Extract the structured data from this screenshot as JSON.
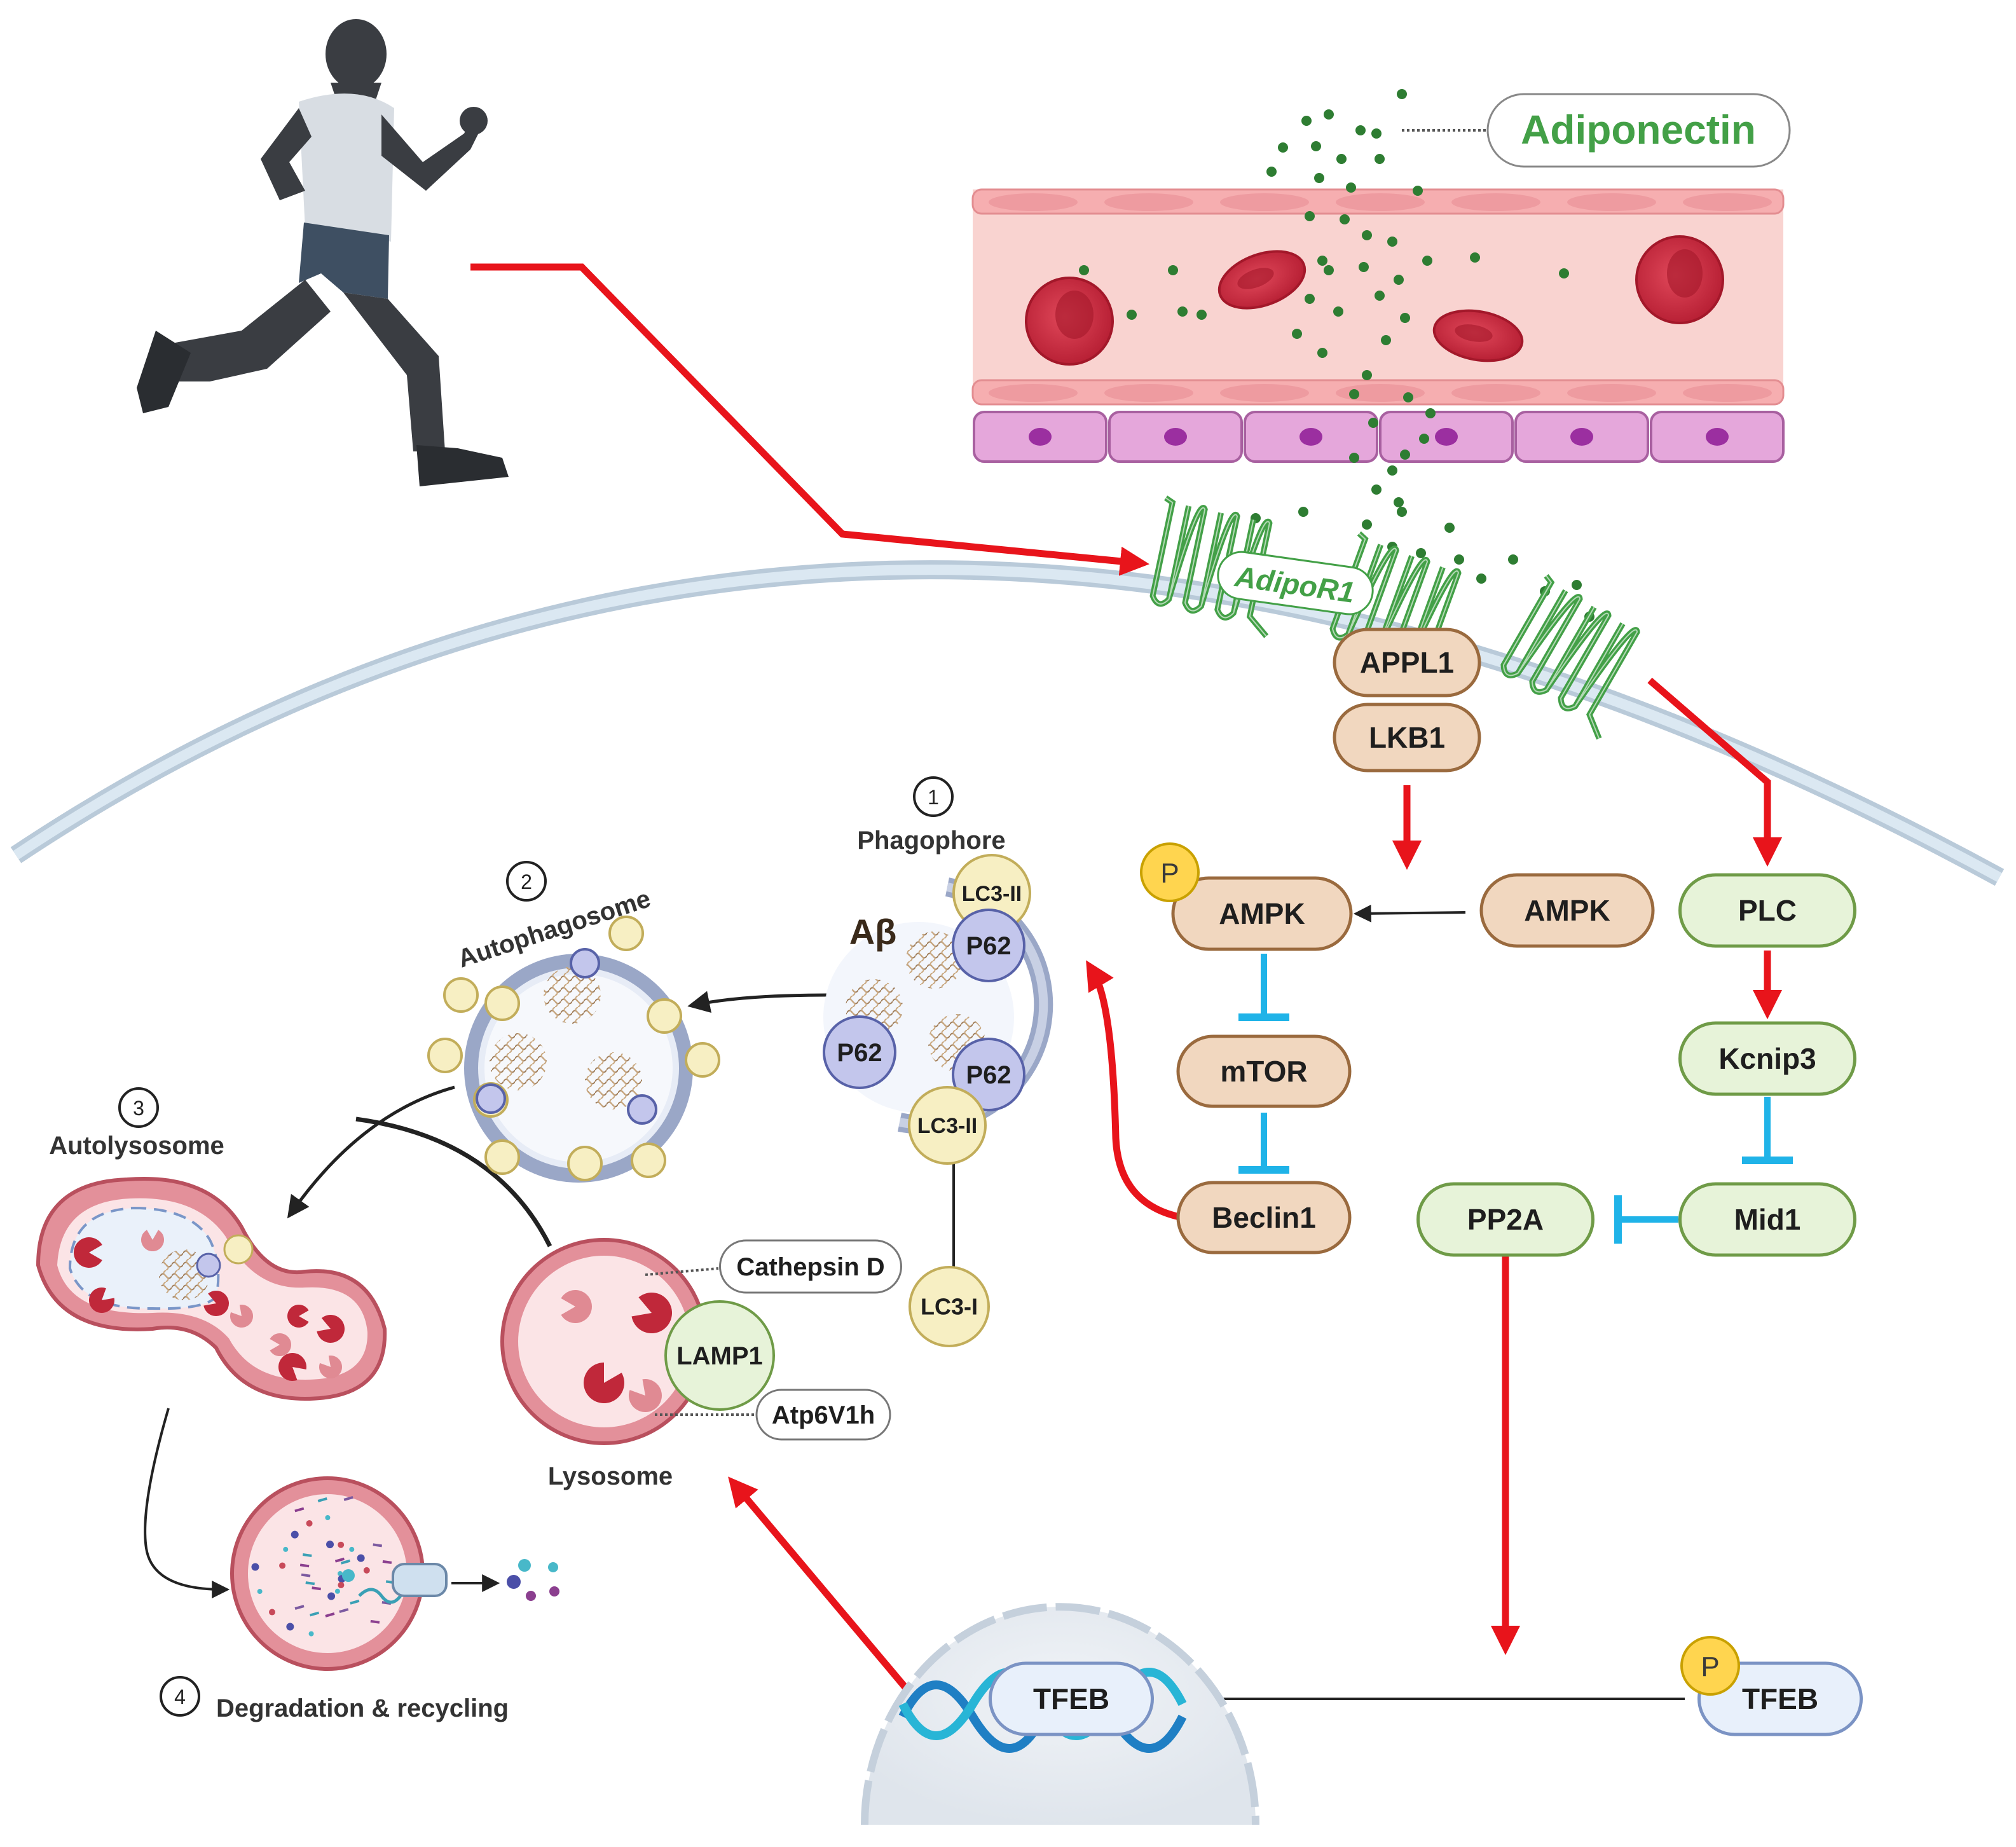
{
  "labels": {
    "adiponectin": "Adiponectin",
    "adipor1": "AdipoR1",
    "appl1": "APPL1",
    "lkb1": "LKB1",
    "ampk_p": "AMPK",
    "ampk": "AMPK",
    "p_badge": "P",
    "mtor": "mTOR",
    "beclin1": "Beclin1",
    "plc": "PLC",
    "kcnip3": "Kcnip3",
    "mid1": "Mid1",
    "pp2a": "PP2A",
    "tfeb_nuc": "TFEB",
    "tfeb_p": "TFEB",
    "phagophore": "Phagophore",
    "autophagosome": "Autophagosome",
    "autolysosome": "Autolysosome",
    "lysosome": "Lysosome",
    "degradation": "Degradation & recycling",
    "abeta": "Aβ",
    "p62": "P62",
    "lc3_ii": "LC3-II",
    "lc3_i": "LC3-I",
    "lamp1": "LAMP1",
    "cathepsin_d": "Cathepsin D",
    "atp6v1h": "Atp6V1h",
    "step1": "1",
    "step2": "2",
    "step3": "3",
    "step4": "4"
  },
  "colors": {
    "activation_arrow": "#e8141b",
    "inhibition": "#1fb3e8",
    "adiponectin_green": "#43a047",
    "ampk_fill": "#f1d7bf",
    "ampk_stroke": "#9a6a3e",
    "plc_fill": "#e7f3d9",
    "plc_stroke": "#6f9b47",
    "tfeb_fill": "#e8f0fb",
    "tfeb_stroke": "#7b93c4",
    "p62_fill": "#c3c6ec",
    "lc3_fill": "#f7efc3",
    "lysosome_red": "#c0283a"
  },
  "icons": [
    "runner-icon",
    "red-blood-cell-icon",
    "receptor-icon",
    "dna-icon",
    "abeta-aggregate-icon",
    "cathepsin-icon"
  ]
}
